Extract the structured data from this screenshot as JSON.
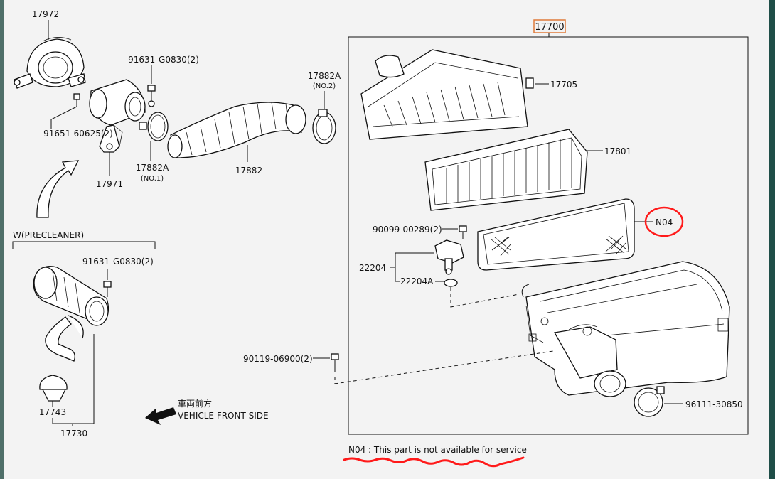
{
  "callouts": {
    "p17972": "17972",
    "p91631_top": "91631-G0830(2)",
    "p17882A_top": "17882A",
    "p17882A_top_sub": "(NO.2)",
    "p17700": "17700",
    "p17705": "17705",
    "p91651": "91651-60625(2)",
    "p17971": "17971",
    "p17882A_mid": "17882A",
    "p17882A_mid_sub": "(NO.1)",
    "p17882": "17882",
    "p17801": "17801",
    "pN04": "N04",
    "p90099": "90099-00289(2)",
    "p22204": "22204",
    "p22204A": "22204A",
    "p91631_low": "91631-G0830(2)",
    "p90119": "90119-06900(2)",
    "p96111": "96111-30850",
    "p17743": "17743",
    "p17730": "17730"
  },
  "precleaner_label": "W(PRECLEANER)",
  "vehicle_front_jp": "車両前方",
  "vehicle_front_en": "VEHICLE FRONT SIDE",
  "footnote": "N04 : This part is not available for service",
  "colors": {
    "highlight_red": "#ff1a1a",
    "callout_box": "#e07b3a",
    "line": "#111111",
    "background": "#f3f3f3"
  }
}
